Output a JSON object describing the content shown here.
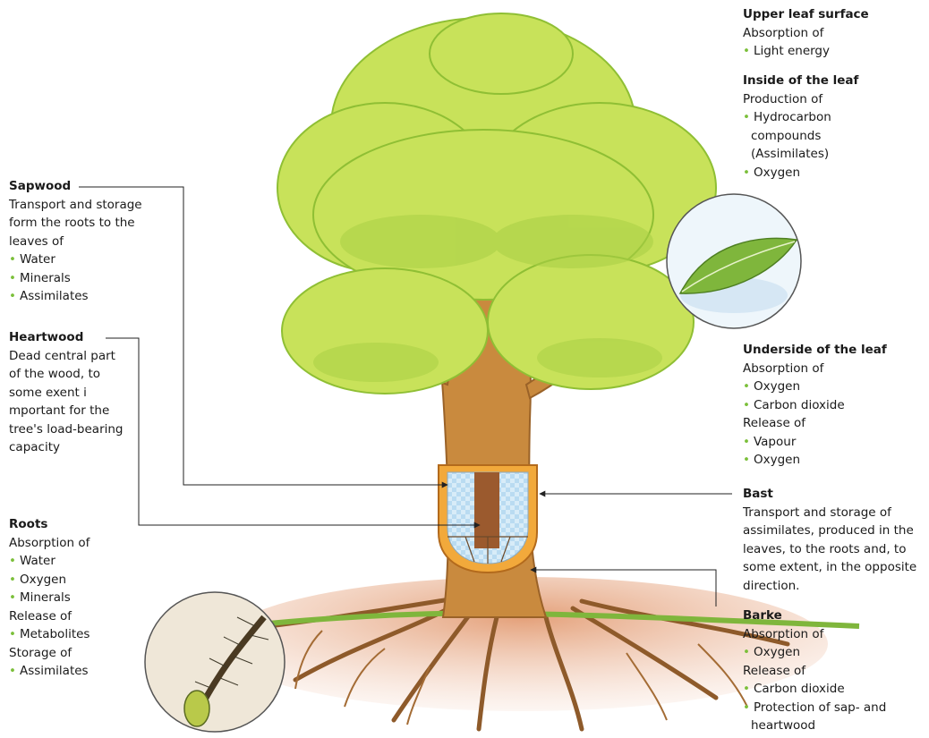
{
  "labels": {
    "upper_leaf": {
      "title": "Upper leaf surface",
      "lines": [
        {
          "text": "Absorption of",
          "bullet": false
        },
        {
          "text": "Light energy",
          "bullet": true
        }
      ]
    },
    "inside_leaf": {
      "title": "Inside of the leaf",
      "lines": [
        {
          "text": "Production of",
          "bullet": false
        },
        {
          "text": "Hydrocarbon",
          "bullet": true
        },
        {
          "text": "compounds",
          "bullet": false,
          "cont": true
        },
        {
          "text": "(Assimilates)",
          "bullet": false,
          "cont": true
        },
        {
          "text": "Oxygen",
          "bullet": true
        }
      ]
    },
    "sapwood": {
      "title": "Sapwood",
      "lines": [
        {
          "text": "Transport and storage",
          "bullet": false
        },
        {
          "text": "form the roots to the",
          "bullet": false
        },
        {
          "text": "leaves of",
          "bullet": false
        },
        {
          "text": "Water",
          "bullet": true
        },
        {
          "text": "Minerals",
          "bullet": true
        },
        {
          "text": "Assimilates",
          "bullet": true
        }
      ]
    },
    "heartwood": {
      "title": "Heartwood",
      "lines": [
        {
          "text": "Dead central part",
          "bullet": false
        },
        {
          "text": "of the wood, to",
          "bullet": false
        },
        {
          "text": "some exent i",
          "bullet": false
        },
        {
          "text": "mportant for the",
          "bullet": false
        },
        {
          "text": "tree's load-bearing",
          "bullet": false
        },
        {
          "text": "capacity",
          "bullet": false
        }
      ]
    },
    "underside_leaf": {
      "title": "Underside of the leaf",
      "lines": [
        {
          "text": "Absorption of",
          "bullet": false
        },
        {
          "text": "Oxygen",
          "bullet": true
        },
        {
          "text": "Carbon dioxide",
          "bullet": true
        },
        {
          "text": "Release of",
          "bullet": false
        },
        {
          "text": "Vapour",
          "bullet": true
        },
        {
          "text": "Oxygen",
          "bullet": true
        }
      ]
    },
    "bast": {
      "title": "Bast",
      "lines": [
        {
          "text": "Transport and storage of",
          "bullet": false
        },
        {
          "text": "assimilates, produced in the",
          "bullet": false
        },
        {
          "text": "leaves, to the roots and, to",
          "bullet": false
        },
        {
          "text": "some extent, in the opposite",
          "bullet": false
        },
        {
          "text": "direction.",
          "bullet": false
        }
      ]
    },
    "roots": {
      "title": "Roots",
      "lines": [
        {
          "text": "Absorption of",
          "bullet": false
        },
        {
          "text": "Water",
          "bullet": true
        },
        {
          "text": "Oxygen",
          "bullet": true
        },
        {
          "text": "Minerals",
          "bullet": true
        },
        {
          "text": "Release of",
          "bullet": false
        },
        {
          "text": "Metabolites",
          "bullet": true
        },
        {
          "text": "Storage of",
          "bullet": false
        },
        {
          "text": "Assimilates",
          "bullet": true
        }
      ]
    },
    "barke": {
      "title": "Barke",
      "lines": [
        {
          "text": "Absorption of",
          "bullet": false
        },
        {
          "text": "Oxygen",
          "bullet": true
        },
        {
          "text": "Release of",
          "bullet": false
        },
        {
          "text": "Carbon dioxide",
          "bullet": true
        },
        {
          "text": "Protection of sap- and",
          "bullet": true
        },
        {
          "text": "heartwood",
          "bullet": false,
          "cont": true
        }
      ]
    }
  },
  "colors": {
    "foliage": "#c8e25a",
    "foliage_shade": "#9cc93a",
    "trunk": "#c98a3e",
    "trunk_dark": "#9a6228",
    "sapwood_cut": "#cfe6f5",
    "heartwood_core": "#9b5a2e",
    "root_soil": "#d98d66",
    "grass": "#7fb63c",
    "bullet": "#7bbf3a",
    "leader_line": "#222222"
  }
}
